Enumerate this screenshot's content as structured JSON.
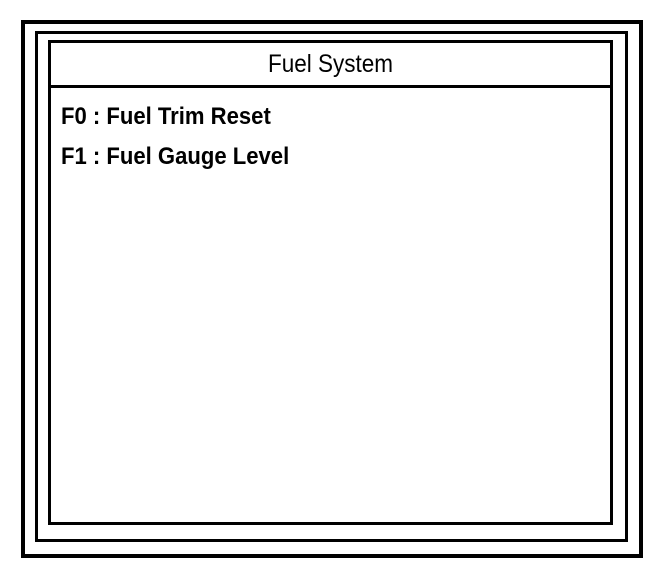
{
  "device": {
    "screen_title": "Fuel System",
    "background_color": "#ffffff",
    "foreground_color": "#000000"
  },
  "panel": {
    "title": "Fuel System",
    "menu_items": [
      {
        "key": "F0",
        "separator": ":",
        "label": "F0 : Fuel Trim Reset",
        "name": "Fuel Trim Reset"
      },
      {
        "key": "F1",
        "separator": ":",
        "label": "F1 : Fuel Gauge Level",
        "name": "Fuel Gauge Level"
      }
    ]
  }
}
